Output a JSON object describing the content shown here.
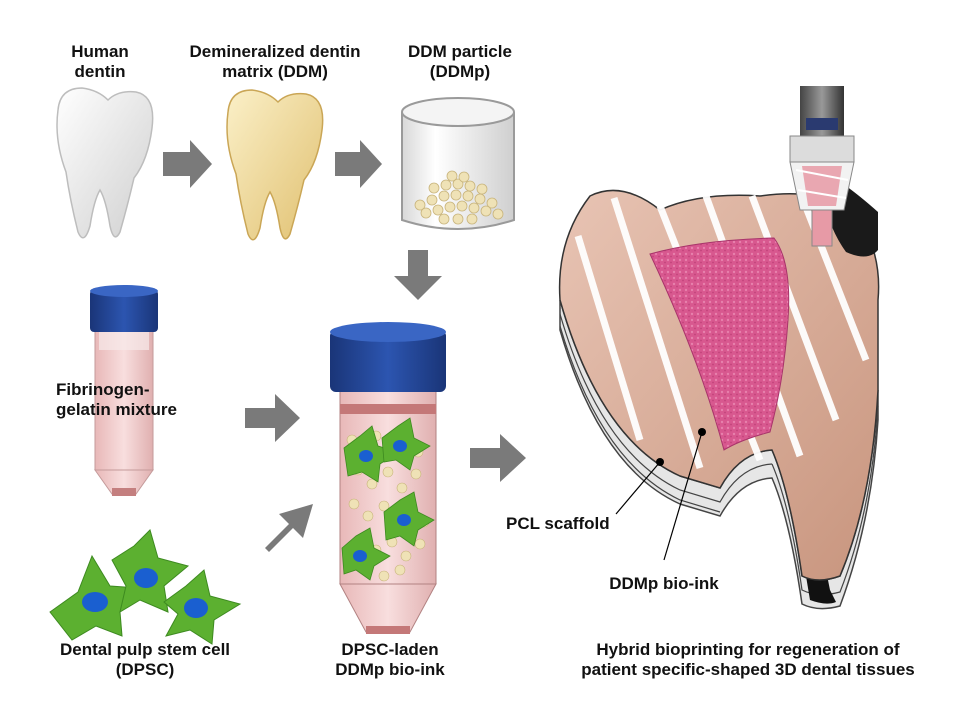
{
  "labels": {
    "human_dentin": [
      "Human",
      "dentin"
    ],
    "ddm": [
      "Demineralized dentin",
      "matrix (DDM)"
    ],
    "ddm_particle": [
      "DDM particle",
      "(DDMp)"
    ],
    "fibrinogen": [
      "Fibrinogen-",
      "gelatin mixture"
    ],
    "dpsc": [
      "Dental pulp stem cell",
      "(DPSC)"
    ],
    "bioink": [
      "DPSC-laden",
      "DDMp bio-ink"
    ],
    "pcl": "PCL scaffold",
    "ddmp_bioink": "DDMp bio-ink",
    "hybrid": [
      "Hybrid bioprinting for regeneration of",
      "patient specific-shaped 3D dental tissues"
    ]
  },
  "colors": {
    "arrow": "#7a7a7a",
    "tooth_white": "#f2f2f2",
    "tooth_ddm": "#f3dfa0",
    "cap_blue": "#1f3f8f",
    "tube_pink": "#f0c8c8",
    "cell_green": "#5cb030",
    "nucleus_blue": "#1a5fd0",
    "scaffold_tan": "#d9ab98",
    "pulp_pink": "#d85a92"
  },
  "icons": [
    "human-tooth-icon",
    "ddm-tooth-icon",
    "beaker-icon",
    "tube-icon",
    "stem-cell-icon",
    "bioink-tube-icon",
    "printer-nozzle-icon",
    "printed-tooth-icon"
  ]
}
